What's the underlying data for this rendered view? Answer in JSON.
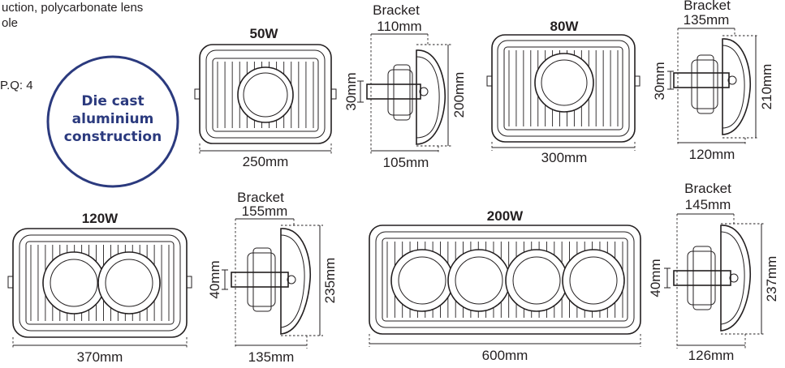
{
  "header": {
    "line1": "uction, polycarbonate lens",
    "line2": "ole",
    "line3": "P.Q: 4"
  },
  "badge": {
    "line1": "Die cast",
    "line2": "aluminium",
    "line3": "construction",
    "color": "#2b3a7e"
  },
  "products": [
    {
      "title": "50W",
      "width": "250mm",
      "bracket_label": "Bracket",
      "bracket": "110mm",
      "bracket_small": "30mm",
      "height": "200mm",
      "depth": "105mm"
    },
    {
      "title": "80W",
      "width": "300mm",
      "bracket_label": "Bracket",
      "bracket": "135mm",
      "bracket_small": "30mm",
      "height": "210mm",
      "depth": "120mm"
    },
    {
      "title": "120W",
      "width": "370mm",
      "bracket_label": "Bracket",
      "bracket": "155mm",
      "bracket_small": "40mm",
      "height": "235mm",
      "depth": "135mm"
    },
    {
      "title": "200W",
      "width": "600mm",
      "bracket_label": "Bracket",
      "bracket": "145mm",
      "bracket_small": "40mm",
      "height": "237mm",
      "depth": "126mm"
    }
  ]
}
